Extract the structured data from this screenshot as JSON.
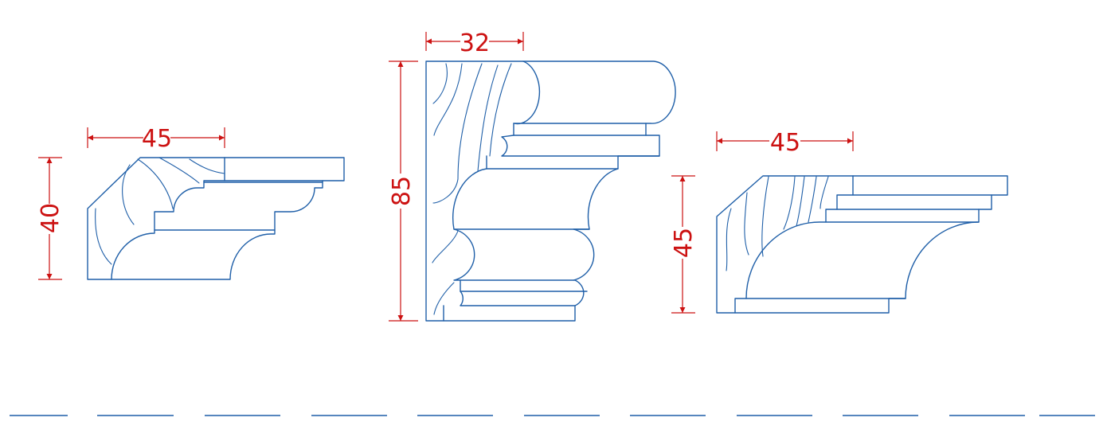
{
  "colors": {
    "outline": "#1f5fa8",
    "dimension": "#cc1111",
    "background": "#ffffff"
  },
  "moldings": [
    {
      "width": "45",
      "height": "40"
    },
    {
      "width": "32",
      "height": "85"
    },
    {
      "width": "45",
      "height": "45"
    }
  ],
  "dash_segments": 11
}
